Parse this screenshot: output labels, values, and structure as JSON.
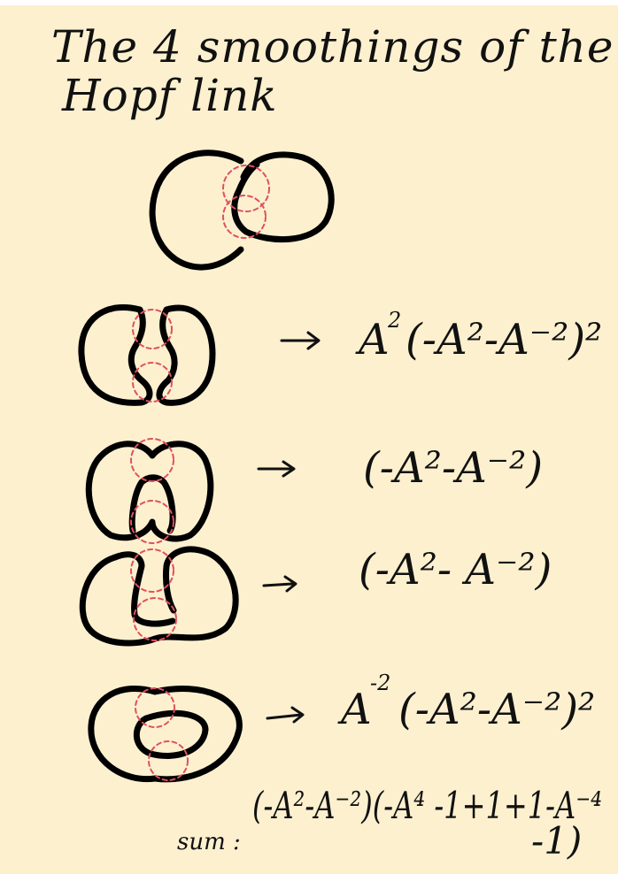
{
  "title": {
    "line1": "The 4 smoothings of the",
    "line2": "Hopf link"
  },
  "smoothings": [
    {
      "base": "A",
      "exp": "2",
      "expression": "(-A²-A⁻²)²"
    },
    {
      "expression": "(-A²-A⁻²)"
    },
    {
      "expression": "(-A²- A⁻²)"
    },
    {
      "base": "A",
      "exp": "-2",
      "expression": "(-A²-A⁻²)²"
    }
  ],
  "sum": {
    "label": "sum :",
    "expression": "(-A²-A⁻²)(-A⁴ -1+1+1-A⁻⁴",
    "tail": "-1)"
  },
  "colors": {
    "paper": "#fcf0cf",
    "ink": "#000000",
    "dashed_circle": "#e05060"
  }
}
